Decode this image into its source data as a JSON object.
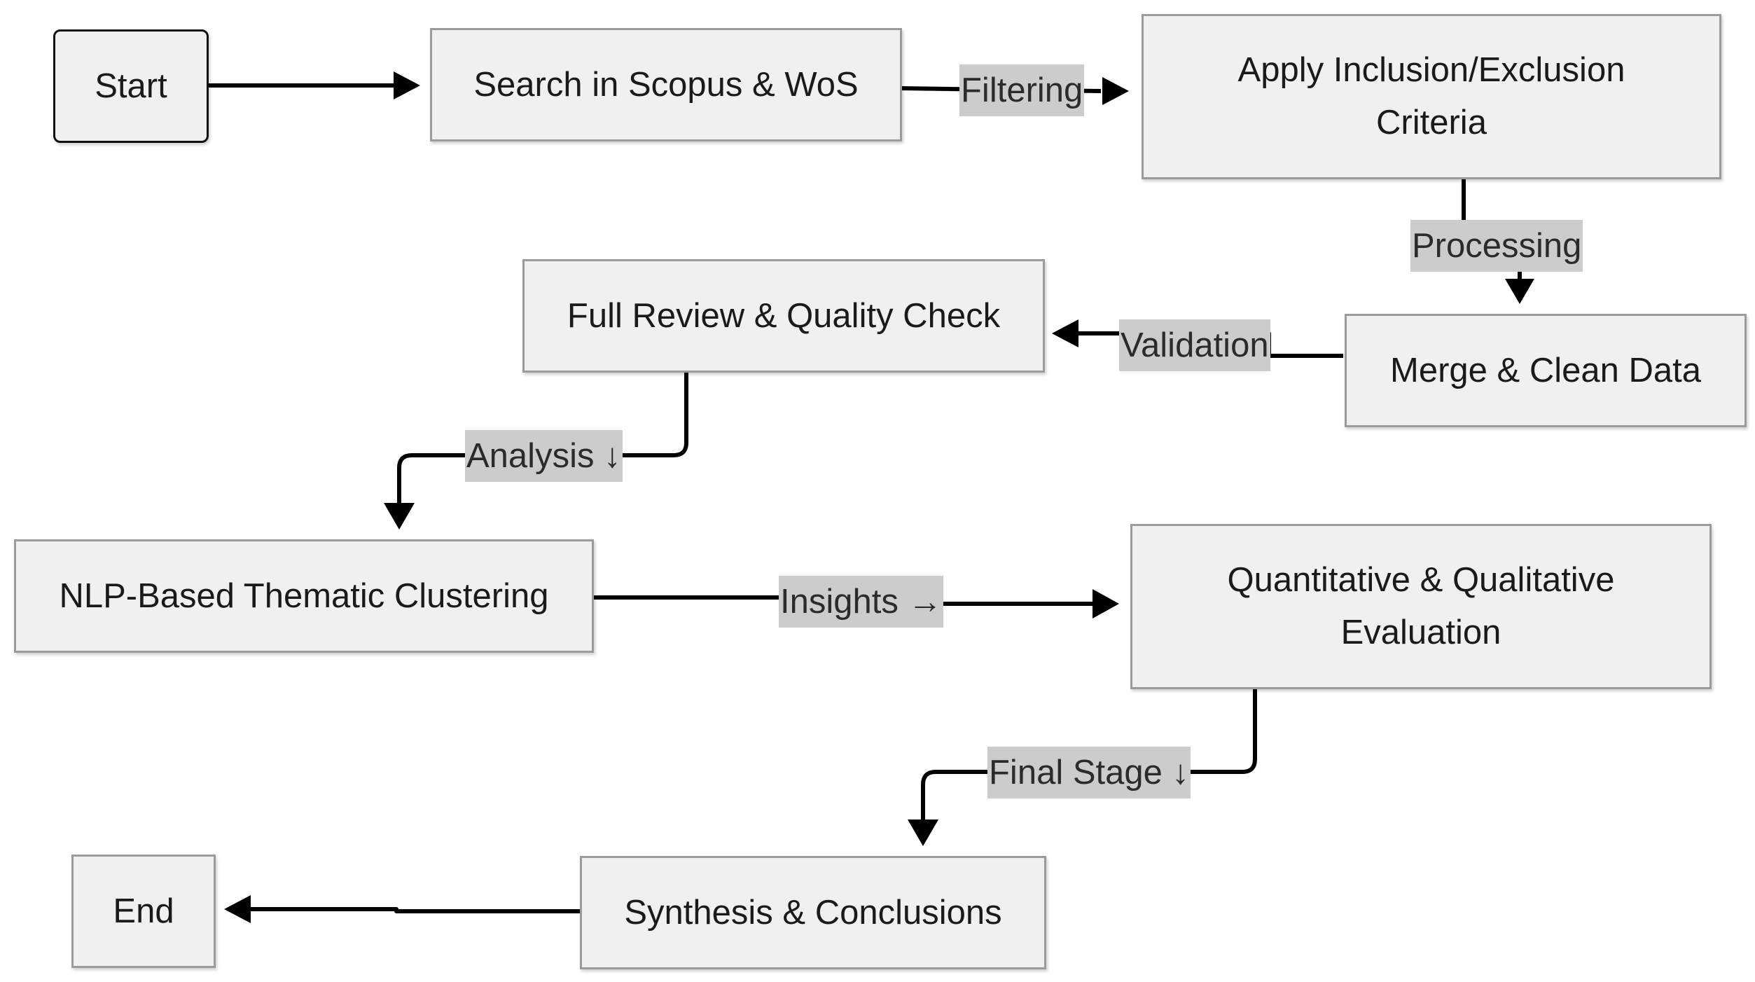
{
  "nodes": {
    "start": "Start",
    "search": "Search in Scopus & WoS",
    "criteria": [
      "Apply Inclusion/Exclusion",
      "Criteria"
    ],
    "merge": "Merge & Clean Data",
    "review": "Full Review & Quality Check",
    "nlp": "NLP-Based Thematic Clustering",
    "evaluation": [
      "Quantitative & Qualitative",
      "Evaluation"
    ],
    "synthesis": "Synthesis & Conclusions",
    "end": "End"
  },
  "edges": {
    "filtering": "Filtering",
    "processing": "Processing",
    "validation": "Validation",
    "analysis": "Analysis ↓",
    "insights": "Insights →",
    "final_stage": "Final Stage ↓"
  }
}
